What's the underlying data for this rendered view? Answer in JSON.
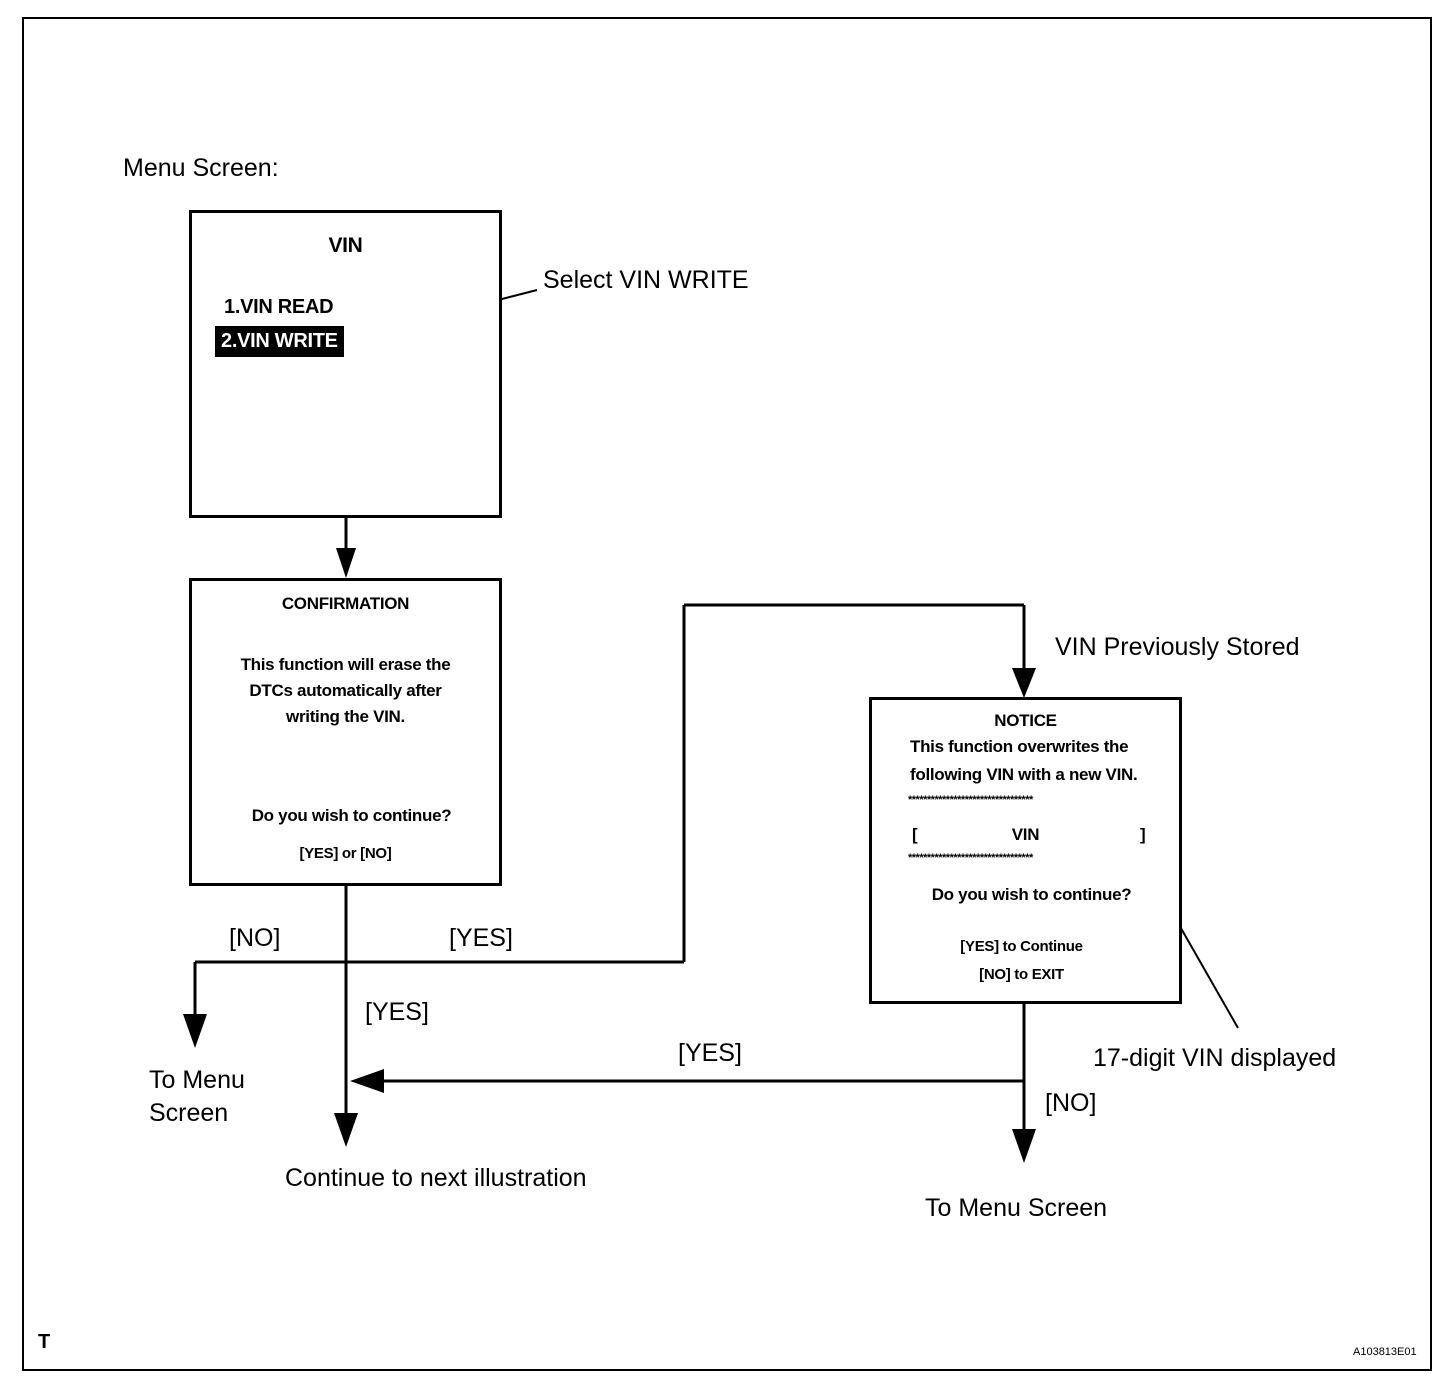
{
  "menu_screen_label": "Menu Screen:",
  "vin_box": {
    "title": "VIN",
    "item1": "1.VIN READ",
    "item2": "2.VIN WRITE"
  },
  "callout_select": "Select VIN WRITE",
  "confirmation_box": {
    "title": "CONFIRMATION",
    "line1": "This function will erase the",
    "line2": "DTCs automatically after",
    "line3": "writing the VIN.",
    "question": "Do you wish to continue?",
    "options": "[YES] or [NO]"
  },
  "label_vin_previously_stored": "VIN Previously Stored",
  "notice_box": {
    "title": "NOTICE",
    "line1": "This function overwrites the",
    "line2": "following VIN with a new VIN.",
    "stars": "*********************************",
    "bracket_left": "[",
    "vin": "VIN",
    "bracket_right": "]",
    "question": "Do you wish to continue?",
    "opt_yes": "[YES] to Continue",
    "opt_no": "[NO] to EXIT"
  },
  "label_no_left": "[NO]",
  "label_yes_right": "[YES]",
  "label_yes_down": "[YES]",
  "label_yes_bottom": "[YES]",
  "label_no_notice": "[NO]",
  "to_menu_left_1": "To Menu",
  "to_menu_left_2": "Screen",
  "continue_next": "Continue to next illustration",
  "to_menu_right": "To Menu Screen",
  "callout_17digit": "17-digit VIN displayed",
  "corner_t": "T",
  "figure_code": "A103813E01"
}
